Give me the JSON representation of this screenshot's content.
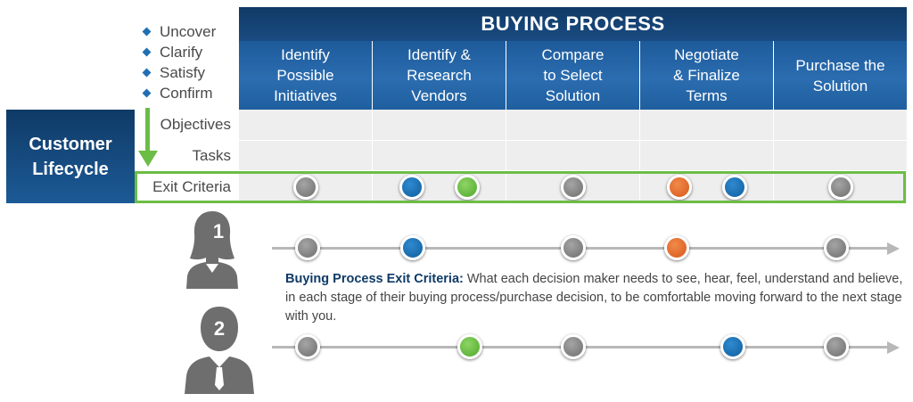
{
  "bullets": [
    "Uncover",
    "Clarify",
    "Satisfy",
    "Confirm"
  ],
  "buying_process": {
    "title": "BUYING PROCESS",
    "stages": [
      "Identify\nPossible\nInitiatives",
      "Identify &\nResearch\nVendors",
      "Compare\nto Select\nSolution",
      "Negotiate\n& Finalize\nTerms",
      "Purchase the\nSolution"
    ]
  },
  "customer_lifecycle": "Customer\nLifecycle",
  "rows": {
    "objectives": "Objectives",
    "tasks": "Tasks",
    "exit_criteria": "Exit Criteria"
  },
  "exit_criteria_dots": [
    [
      "gray"
    ],
    [
      "blue",
      "green"
    ],
    [
      "gray"
    ],
    [
      "orange",
      "blue"
    ],
    [
      "gray"
    ]
  ],
  "persons": [
    {
      "number": "1",
      "dots": [
        "gray",
        "blue",
        "gray",
        "orange",
        "gray"
      ]
    },
    {
      "number": "2",
      "dots": [
        "gray",
        "green",
        "gray",
        "blue",
        "gray"
      ]
    }
  ],
  "caption": {
    "label": "Buying Process Exit Criteria:",
    "text": " What each decision maker needs to see, hear, feel, understand and believe, in each stage of their buying process/purchase decision, to be comfortable moving forward to the next stage with you."
  },
  "colors": {
    "navy": "#0f3a66",
    "blue": "#1f6fb2",
    "green": "#6cbd45",
    "orange": "#e36a2b",
    "gray": "#8a8a8a"
  }
}
